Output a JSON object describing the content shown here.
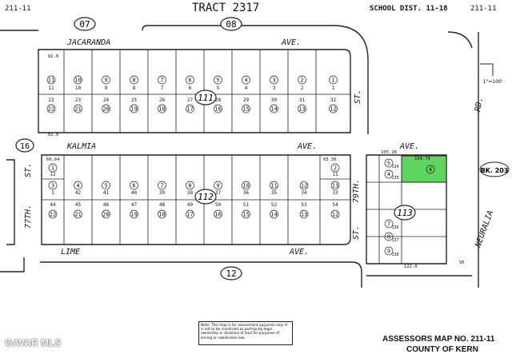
{
  "header": {
    "map_no_left": "211-11",
    "title": "TRACT 2317",
    "school_dist": "SCHOOL DIST. 11-18",
    "map_no_right": "211-11"
  },
  "footer": {
    "assessors_map": "ASSESSORS MAP NO. 211-11",
    "county": "COUNTY OF KERN",
    "note": "Note: This map is for assessment purposes only. It is not to be construed as portraying legal ownership or divisions of land for purposes of zoning or subdivision law."
  },
  "watermark": "GAVAR MLS",
  "streets": {
    "jacaranda": "JACARANDA",
    "jacaranda_ave": "AVE.",
    "kalmia": "KALMIA",
    "kalmia_ave": "AVE.",
    "lime": "LIME",
    "lime_ave": "AVE.",
    "st_77": "77TH.",
    "st_77_suffix": "ST.",
    "st_79": "79TH.",
    "st_79_suffix": "ST.",
    "st_top": "ST.",
    "neuralia": "NEURALIA",
    "rd": "RD."
  },
  "circles": {
    "c07": "07",
    "c08": "08",
    "c16": "16",
    "c12": "12"
  },
  "blocks": {
    "b111": "111",
    "b112": "112",
    "b113": "113"
  },
  "book": "BK. 203",
  "scale": "1\"=100'",
  "highlight_color": "#5fd35f",
  "block111": {
    "top_lots": [
      "11",
      "10",
      "9",
      "8",
      "7",
      "6",
      "5",
      "4",
      "3",
      "2",
      "1"
    ],
    "top_parcels": [
      "11",
      "10",
      "9",
      "8",
      "7",
      "6",
      "5",
      "4",
      "3",
      "2",
      "1"
    ],
    "bottom_lots": [
      "22",
      "23",
      "24",
      "25",
      "26",
      "27",
      "28",
      "29",
      "30",
      "31",
      "32"
    ],
    "bottom_parcels": [
      "22",
      "21",
      "20",
      "19",
      "18",
      "17",
      "16",
      "15",
      "14",
      "13",
      "12"
    ]
  },
  "block112": {
    "row1_lots": [
      "12",
      "11"
    ],
    "row1_parcels": [
      "1",
      "2"
    ],
    "row2_lots": [
      "1",
      "42",
      "41",
      "40",
      "39",
      "38",
      "37",
      "36",
      "35",
      "34",
      "33"
    ],
    "row2_parcels": [
      "3",
      "4",
      "5",
      "6",
      "7",
      "8",
      "9",
      "10",
      "11",
      "12",
      "13"
    ],
    "row3_lots": [
      "44",
      "45",
      "46",
      "47",
      "48",
      "49",
      "50",
      "51",
      "52",
      "53",
      "54"
    ],
    "row3_parcels": [
      "22",
      "21",
      "20",
      "19",
      "18",
      "17",
      "16",
      "15",
      "14",
      "13",
      "12"
    ]
  },
  "block113": {
    "lots": [
      "134",
      "135",
      "136",
      "137",
      "138"
    ],
    "parcels": [
      "5",
      "4",
      "7",
      "8",
      "9"
    ],
    "highlight_parcel": "4"
  },
  "dims": {
    "d82": "82.0",
    "d122": "122.0",
    "d105": "105.28",
    "d104": "104.74",
    "d6336": "63.36",
    "d6064": "60.64",
    "d95": "95"
  }
}
